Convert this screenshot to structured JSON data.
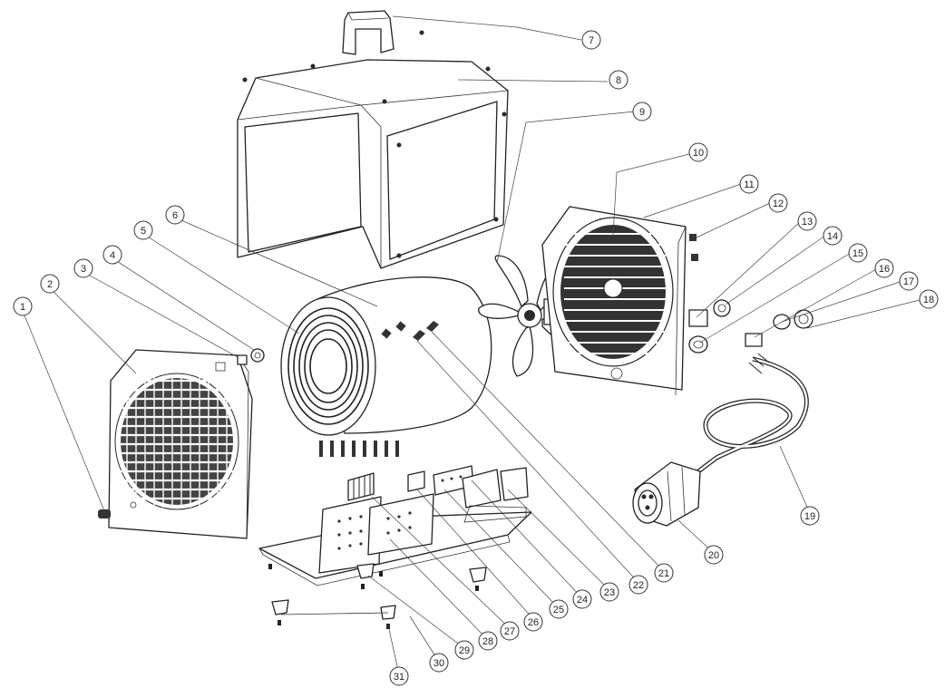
{
  "diagram": {
    "callout_labels": [
      "1",
      "2",
      "3",
      "4",
      "5",
      "6",
      "7",
      "8",
      "9",
      "10",
      "11",
      "12",
      "13",
      "14",
      "15",
      "16",
      "17",
      "18",
      "19",
      "20",
      "21",
      "22",
      "23",
      "24",
      "25",
      "26",
      "27",
      "28",
      "29",
      "30",
      "31"
    ],
    "parts": [
      "front-grille",
      "cover-housing",
      "carry-handle",
      "heating-element-cylinder",
      "fan-blade",
      "rear-fan-grille",
      "base-plate",
      "power-cable-plug",
      "control-switches",
      "rubber-feet",
      "screws"
    ]
  }
}
